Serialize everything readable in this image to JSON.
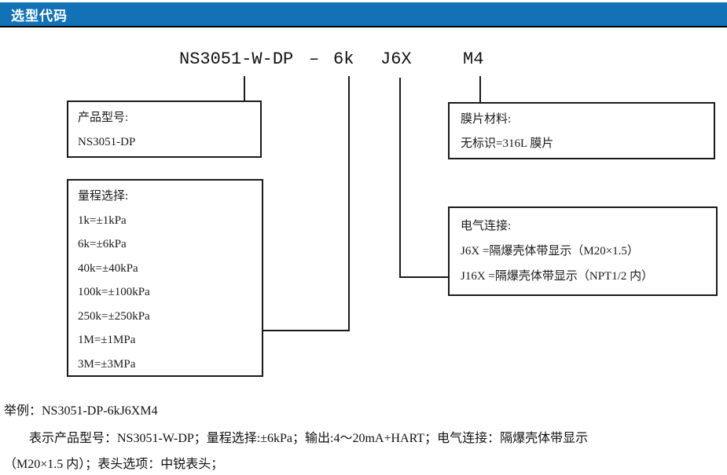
{
  "colors": {
    "header_bar": "#1272b5",
    "line": "#1a1a1a"
  },
  "header": {
    "title": "选型代码"
  },
  "code_line": {
    "model": "NS3051-W-DP",
    "dash": "–",
    "range": "6k",
    "electrical": "J6X",
    "display": "M4"
  },
  "boxes": {
    "product": {
      "title": "产品型号:",
      "lines": [
        "NS3051-DP"
      ]
    },
    "range": {
      "title": "量程选择:",
      "lines": [
        "1k=±1kPa",
        "6k=±6kPa",
        "40k=±40kPa",
        "100k=±100kPa",
        "250k=±250kPa",
        "1M=±1MPa",
        "3M=±3MPa"
      ]
    },
    "diaphragm": {
      "title": "膜片材料:",
      "lines": [
        "无标识=316L 膜片"
      ]
    },
    "electrical": {
      "title": "电气连接:",
      "lines": [
        "J6X =隔爆壳体带显示（M20×1.5）",
        "J16X =隔爆壳体带显示（NPT1/2 内）"
      ]
    }
  },
  "example": {
    "line1": "举例：NS3051-DP-6kJ6XM4",
    "line2": "表示产品型号：NS3051-W-DP；量程选择:±6kPa；输出:4～20mA+HART；电气连接：隔爆壳体带显示",
    "line3": "（M20×1.5 内）；表头选项：中锐表头；"
  }
}
